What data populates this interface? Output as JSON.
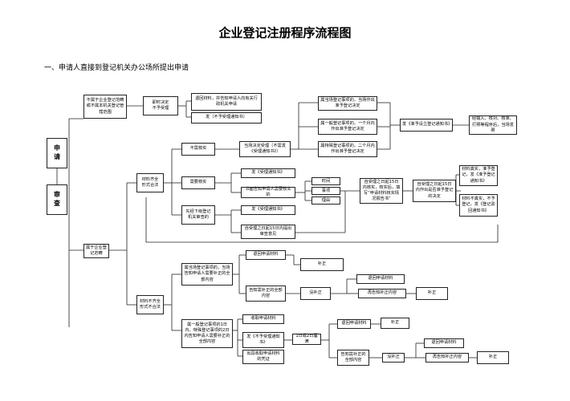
{
  "title": "企业登记注册程序流程图",
  "subtitle": "一、申请人直接到登记机关办公场所提出申请",
  "nodes": {
    "apply": "申\n请",
    "review": "审\n查",
    "not_scope": "不属于企业登记范畴或不属本机关登记管辖范围",
    "immediate_reject": "即时决定\n不予受理",
    "return_materials": "退回材料，并告知申请人向有关行政机关申请",
    "issue_reject_notice": "发（不予受理通知书）",
    "materials_complete": "材料齐全\n形式合法",
    "no_verify": "不需核实",
    "decide_on_spot": "当场决定受理（不需发《受理通知书》）",
    "need_verify": "需要核实",
    "issue_accept_notice_1": "发《受理通知书》",
    "written_notice": "书面告知申请人需要核实的",
    "time": "时间",
    "items": "事项",
    "reason": "理由",
    "verify_within_15": "自受理之日起15日内核实，核实后，填写“申请材料核实情况报告书”",
    "pre_registration": "先经下级登记机关审查的",
    "issue_accept_notice_2": "发《受理通知书》",
    "within_15_decide": "自受理之日起15日内提出审查意见",
    "approve_on_spot": "属当场登记事项的，当场作出准予登记决定",
    "normal_item": "属一般登记事项的，一个月内作出准予登记决定",
    "special_item": "属特殊登记事项的，二个月内作出准予登记决定",
    "issue_approval": "发《准予设立登记通知书》",
    "enter_system": "经输入、核对、核准、打照等程序后，当场发照",
    "within_15_from_accept": "自受理之日起15日内作出是否准予登记的决定",
    "materials_true": "材料真实，准予登记，发《准予登记通知书》",
    "materials_false": "材料不真实，不予登记，发《登记驳回通知书》",
    "belongs_to_registration": "属于企业登记范畴",
    "incomplete": "材料不齐全\n形式不合法",
    "on_spot_correctable": "属当场登记事项的，当场告知申请人需要补正的全部内容",
    "return_materials_2": "退回申请材料",
    "supplement_1": "补正",
    "notify_supplement": "告知需补正的全部内容",
    "no_supplement_1": "没补正",
    "return_materials_3": "退回申请材料",
    "renotify_1": "再告知补正内容",
    "supplement_2": "补正",
    "normal_5days": "属一般登记事项的1日内、特殊登记事项的2日内告知申请人需要补正的全部内容",
    "receive_materials": "收取申请材料",
    "issue_reject_2": "发《不予受理通知书》",
    "issue_receipt": "出具收取申请材料的凭证",
    "one_or_two_days": "1日或2日届满",
    "return_materials_4": "退回申请材料",
    "supplement_3": "补正",
    "notify_all": "告知需补正的全部内容",
    "no_supplement_2": "没补正",
    "return_materials_5": "退回申请材料",
    "renotify_2": "再告知补正内容",
    "supplement_4": "补正"
  }
}
